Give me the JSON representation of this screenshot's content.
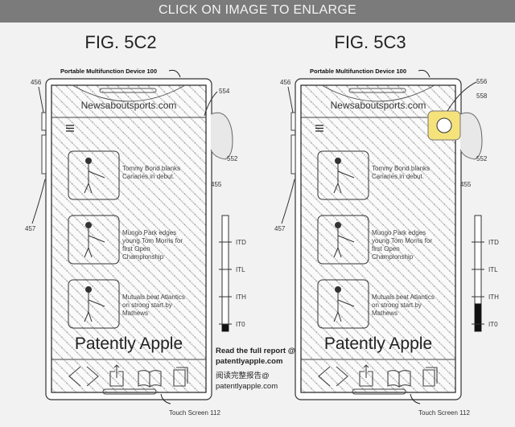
{
  "banner": "CLICK ON IMAGE TO ENLARGE",
  "figures": [
    {
      "title": "FIG. 5C2",
      "device_label": "Portable Multifunction Device 100",
      "site": "Newsaboutsports.com",
      "brand": "Patently Apple",
      "touch_label": "Touch Screen 112",
      "refs": {
        "r456": "456",
        "r554": "554",
        "r552": "552",
        "r455": "455",
        "r457": "457"
      },
      "stories": [
        "Tommy Bond blanks|Canaries in debut.",
        "Mungo Park edges|young Tom Morris for|first Open|Championship",
        "Mutuals beat Atlantics|on strong start by|Mathews"
      ],
      "intensity": {
        "levels": [
          "ITD",
          "ITL",
          "ITH",
          "IT0"
        ],
        "fill_fraction": 0.06
      },
      "highlight": false
    },
    {
      "title": "FIG. 5C3",
      "device_label": "Portable Multifunction Device 100",
      "site": "Newsaboutsports.com",
      "brand": "Patently Apple",
      "touch_label": "Touch Screen 112",
      "refs": {
        "r456": "456",
        "r556": "556",
        "r558": "558",
        "r552": "552",
        "r455": "455",
        "r457": "457"
      },
      "stories": [
        "Tommy Bond blanks|Canaries in debut.",
        "Mungo Park edges|young Tom Morris for|first Open|Championship",
        "Mutuals beat Atlantics|on strong start by|Mathews"
      ],
      "intensity": {
        "levels": [
          "ITD",
          "ITL",
          "ITH",
          "IT0"
        ],
        "fill_fraction": 0.24
      },
      "highlight": true,
      "highlight_color": "#f5e27a"
    }
  ],
  "report": {
    "line1": "Read the full report @",
    "line2": "patentlyapple.com",
    "line3": "阅读完整报告@",
    "line4": "patentlyapple.com"
  }
}
